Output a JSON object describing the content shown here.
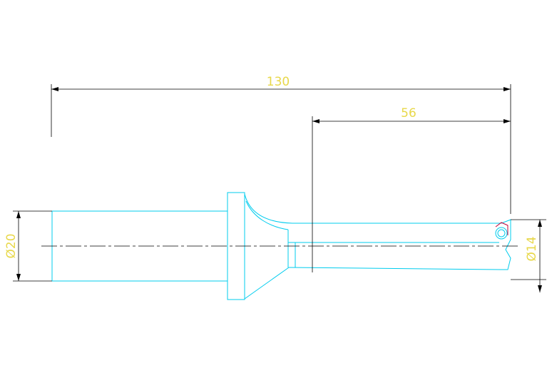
{
  "drawing": {
    "dimensions": {
      "overall_length": "130",
      "body_length": "56",
      "shank_diameter": "Ø20",
      "body_diameter": "Ø14"
    },
    "colors": {
      "background": "#ffffff",
      "outline": "#00ccee",
      "dimension_line": "#000000",
      "dimension_text": "#e8d84a",
      "insert_mark": "#c0003a"
    }
  }
}
